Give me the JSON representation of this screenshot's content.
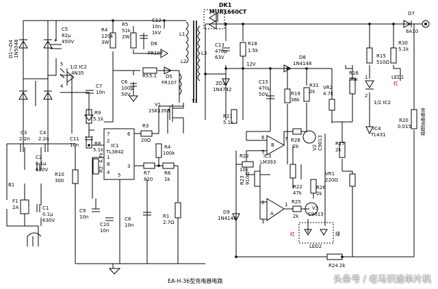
{
  "caption": "EA-H-36型充电器电路",
  "watermark": "头条号 / 老马识途单片机",
  "labels": {
    "dk1": "DK1",
    "dk1_part": "MUR1660CT",
    "d7": "D7",
    "d7_part": "6A10",
    "d1d4": "D1～D4",
    "d1d4_part": "1N5048",
    "c5": "C5",
    "c5_v1": "82μ",
    "c5_v2": "450V",
    "r4": "R4",
    "r4_v1": "120k",
    "r4_v2": "3W",
    "r5a": "R5",
    "r5a_v1": "51k",
    "r5a_v2": "2W",
    "c12": "C12",
    "c12_v1": "10n",
    "c12_v2": "1kV",
    "d6": "D6",
    "d6_part": "FR107",
    "l1": "L1",
    "l2": "L2",
    "l3": "L3",
    "t1": "T1",
    "c13": "C13",
    "c13_v1": "470μ",
    "c13_v2": "63V",
    "r18": "R18",
    "r18_v": "1.5k",
    "d8": "D8",
    "d8_part": "1N4148",
    "r15": "R15",
    "r15_v": "510Ω",
    "r30": "R30",
    "r30_v": "5.1k",
    "led1": "LED1",
    "led1_color": "红",
    "ic2_half_a": "1/2 IC2",
    "ic2_part": "4N35",
    "ic2_half_b": "1/2 IC2",
    "c7": "C7",
    "c7_v": "10n",
    "c6": "C6",
    "c6_v1": "100μ",
    "c6_v2": "50V",
    "r5b": "R5",
    "r5b_v": "5.1",
    "d5": "D5",
    "d5_part": "FR107",
    "zd1": "ZD1",
    "zd1_part": "1N4742",
    "v12": "12V",
    "c15": "C15",
    "c15_v1": "470μ",
    "c15_v2": "50V",
    "r19": "R19",
    "r19_v": "36k",
    "r31": "R31",
    "r31_v": "2k",
    "vr2": "VR2",
    "vr2_v": "4.7k",
    "r16": "R16",
    "r16_v": "36k",
    "c3": "C3",
    "c3_v": "2.2n",
    "c4": "C4",
    "c4_v": "2.2n",
    "r9": "R9",
    "r9_v": "5.1k",
    "v1": "V1",
    "v1_part": "2SK1358",
    "ic1": "IC1",
    "ic1_part": "TL3842",
    "r21": "R21",
    "r21_v": "5.1k",
    "c2": "C2",
    "c2_v1": "0.1μ",
    "c2_v2": "630V",
    "c11": "C11",
    "c11_v": "10n",
    "r8": "R8",
    "r8_v": "5.1k",
    "r3": "R3",
    "r3_v": "20Ω",
    "b1": "B1",
    "r10": "R10",
    "r10_v": "300",
    "r2": "R2",
    "r2_v": "4.7k",
    "r4b": "R4",
    "r4b_v": "100k",
    "r22": "R22",
    "r22_v": "10k",
    "ic3": "IC3",
    "ic3_part": "LM393",
    "r23": "R23",
    "r23_v": "910Ω",
    "r28": "R28",
    "r28_v": "2k",
    "v2": "V2",
    "v2_part": "C9013",
    "r17": "R17",
    "r17_v": "2k",
    "ic4": "IC4",
    "ic4_part": "TL431",
    "r20": "R20",
    "r20_v": "0.015",
    "charge_note": "充电电流取样",
    "vr1": "VR1",
    "vr1_v": "220Ω",
    "f1": "F1",
    "f1_v": "2A",
    "c1": "C1",
    "c1_v1": "0.1μ",
    "c1_v2": "630V",
    "c9": "C9",
    "c9_v": "10n",
    "c10": "C10",
    "c10_v": "10n",
    "r7": "R7",
    "r7_v": "820",
    "r6": "R6",
    "r6_v": "1k",
    "c8": "C8",
    "c8_v": "10n",
    "r1": "R1",
    "r1_v": "2.7Ω",
    "d9": "D9",
    "d9_part": "1N4148",
    "r22b": "R22",
    "r22b_v": "47k",
    "r26": "R26",
    "r26_v": "2k",
    "r25": "R25",
    "r25_v": "2k",
    "v3": "V3",
    "v3_part": "C9013",
    "led2": "LED2",
    "led2_red": "红",
    "led2_green": "绿",
    "r24": "R24",
    "r24_v": "2k",
    "pin_a": "A",
    "pin_b": "B",
    "ic1_pins": [
      "7",
      "6",
      "2",
      "1",
      "8",
      "4",
      "3",
      "5"
    ],
    "ic3_pins": [
      "6",
      "5",
      "7",
      "2",
      "3",
      "1"
    ],
    "opto_pins": [
      "5",
      "4",
      "1",
      "2"
    ]
  }
}
